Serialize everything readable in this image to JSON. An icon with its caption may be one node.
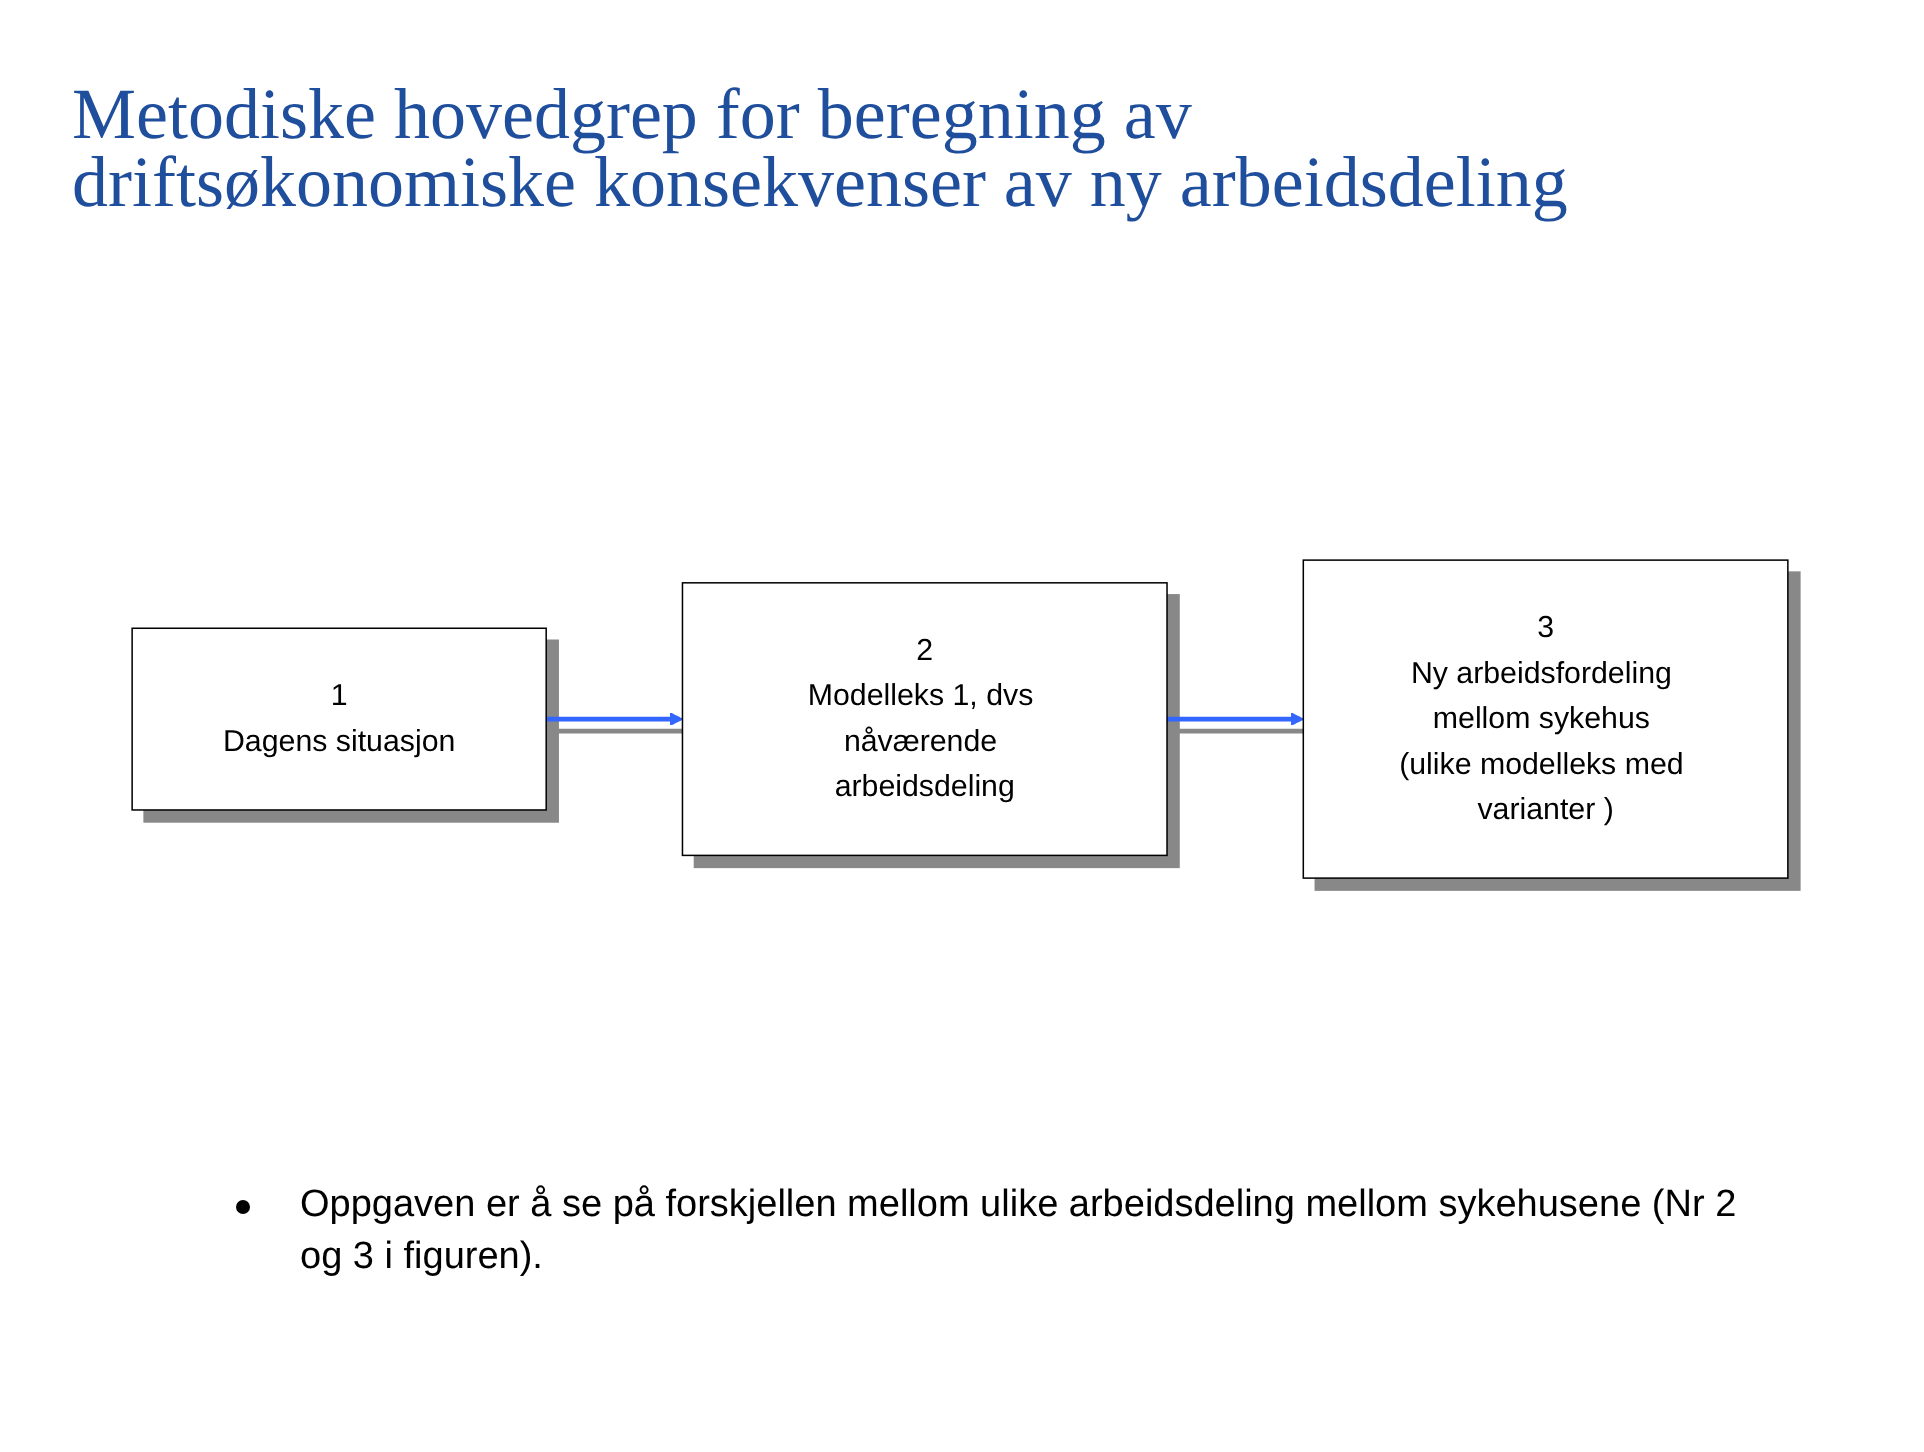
{
  "diagram": {
    "title": "Metodiske hovedgrep for beregning av driftsøkonomiske konsekvenser av ny arbeidsdeling",
    "nodes": [
      {
        "text": [
          "1",
          "Dagens situasjon"
        ]
      },
      {
        "text": [
          "2",
          "Modelleks 1, dvs nåværende arbeidsdeling"
        ]
      },
      {
        "text": [
          "3",
          "Ny arbeidsfordeling mellom sykehus (ulike modelleks med varianter )"
        ]
      }
    ],
    "edges": [
      {
        "from": 0,
        "to": 1,
        "arrow": "to",
        "color": "#3366ff"
      },
      {
        "from": 1,
        "to": 2,
        "arrow": "to",
        "color": "#3366ff"
      }
    ],
    "labels": [
      "Oppgaven er å se på forskjellen mellom ulike arbeidsdeling mellom sykehusene  (Nr 2 og 3 i figuren)."
    ]
  }
}
